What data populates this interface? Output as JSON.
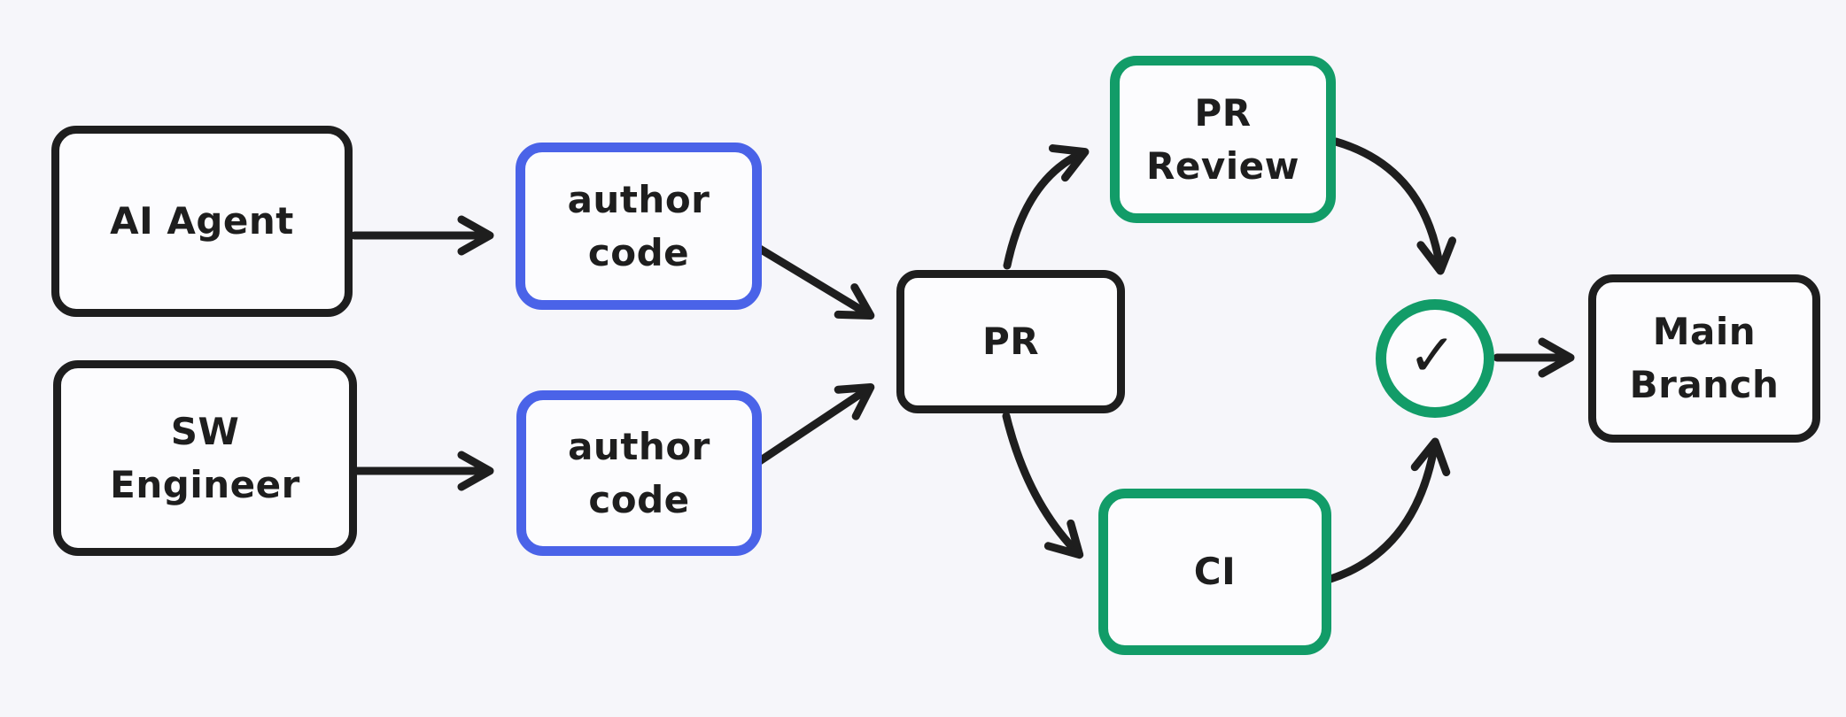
{
  "diagram": {
    "nodes": {
      "ai_agent": {
        "label": "AI Agent"
      },
      "sw_engineer": {
        "label": "SW\nEngineer"
      },
      "author_code_1": {
        "label": "author\ncode"
      },
      "author_code_2": {
        "label": "author\ncode"
      },
      "pr": {
        "label": "PR"
      },
      "pr_review": {
        "label": "PR\nReview"
      },
      "ci": {
        "label": "CI"
      },
      "check": {
        "icon": "check-icon",
        "glyph": "✓"
      },
      "main_branch": {
        "label": "Main\nBranch"
      }
    },
    "edges": [
      {
        "from": "ai_agent",
        "to": "author_code_1"
      },
      {
        "from": "sw_engineer",
        "to": "author_code_2"
      },
      {
        "from": "author_code_1",
        "to": "pr"
      },
      {
        "from": "author_code_2",
        "to": "pr"
      },
      {
        "from": "pr",
        "to": "pr_review"
      },
      {
        "from": "pr",
        "to": "ci"
      },
      {
        "from": "pr_review",
        "to": "check"
      },
      {
        "from": "ci",
        "to": "check"
      },
      {
        "from": "check",
        "to": "main_branch"
      }
    ]
  },
  "colors": {
    "ink": "#1e1e1e",
    "blue": "#4a63e8",
    "green": "#129c68",
    "background": "#f6f6fa",
    "node_fill": "#fcfcfe"
  }
}
